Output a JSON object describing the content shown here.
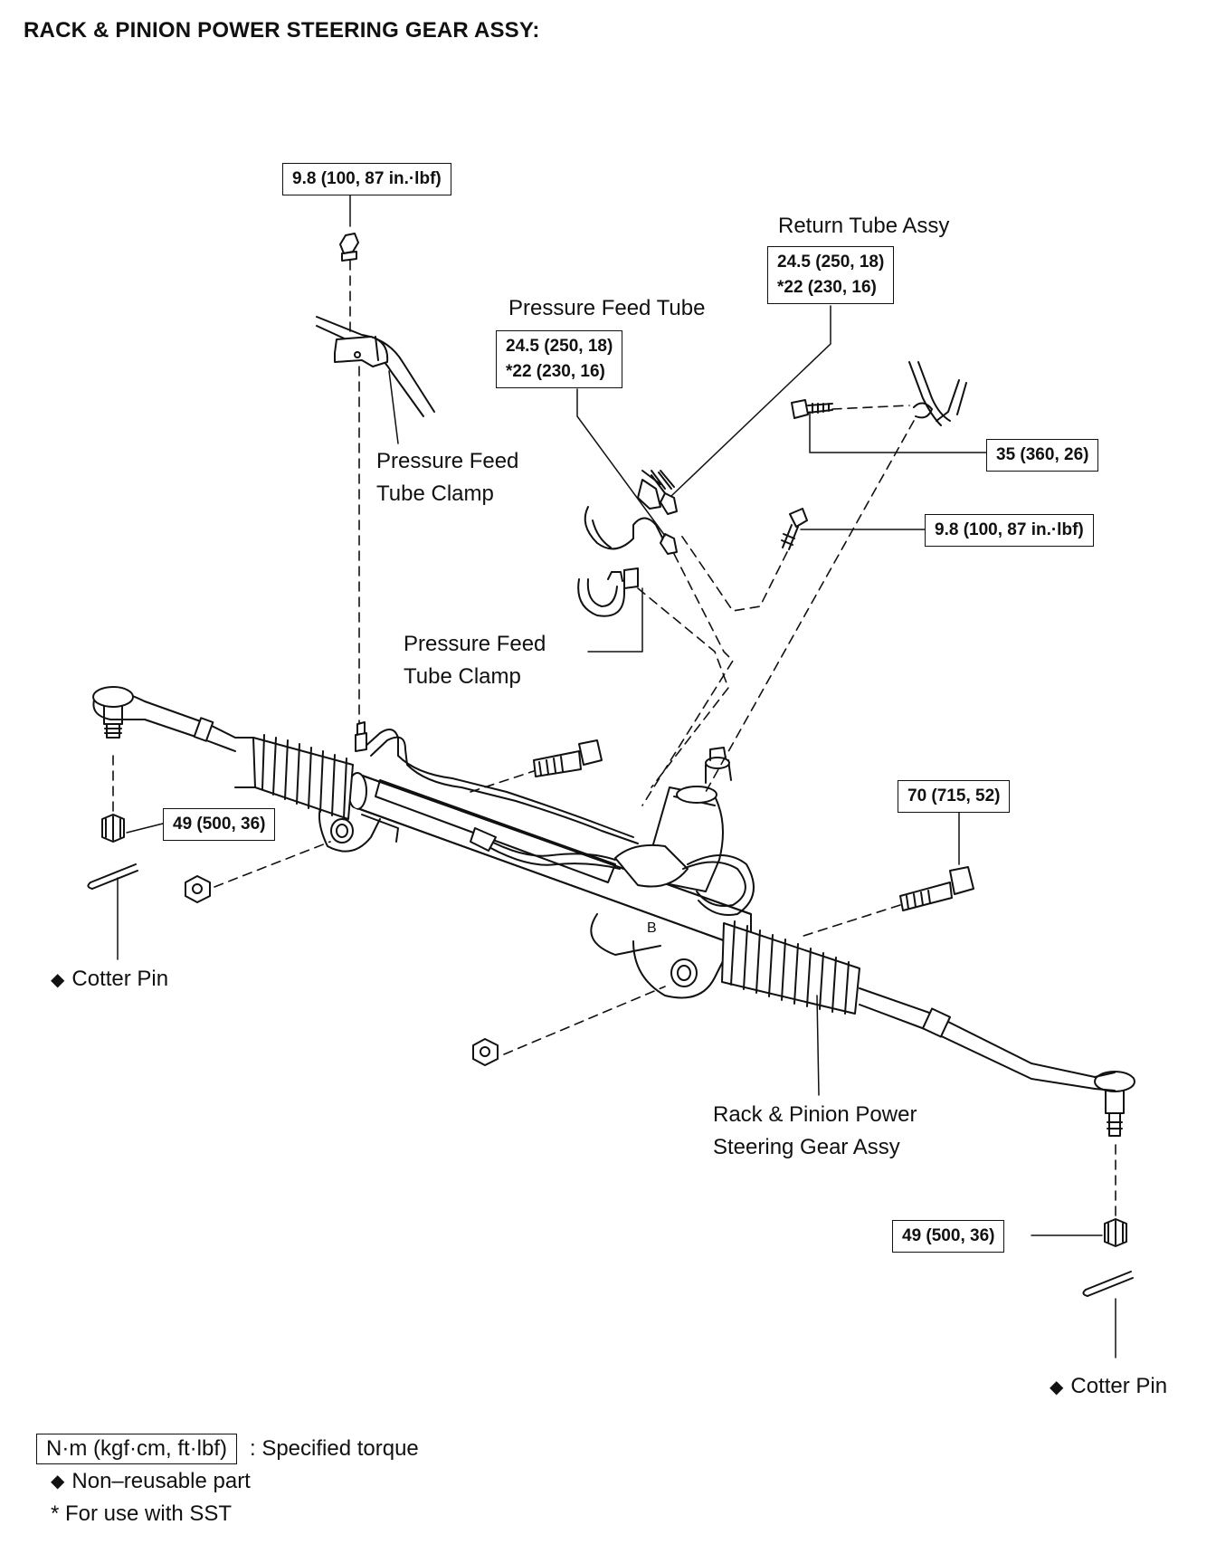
{
  "title": "RACK & PINION POWER STEERING GEAR ASSY:",
  "labels": {
    "return_tube": "Return Tube Assy",
    "pressure_feed_tube": "Pressure Feed Tube",
    "clamp_upper_1": "Pressure Feed",
    "clamp_upper_2": "Tube Clamp",
    "clamp_lower_1": "Pressure Feed",
    "clamp_lower_2": "Tube Clamp",
    "cotter_left": "Cotter Pin",
    "cotter_right": "Cotter Pin",
    "gear_assy_1": "Rack & Pinion Power",
    "gear_assy_2": "Steering Gear Assy"
  },
  "torques": {
    "clamp_nut": "9.8 (100, 87 in.·lbf)",
    "return_tube_1": "24.5 (250, 18)",
    "return_tube_2": "*22 (230, 16)",
    "pressure_tube_1": "24.5 (250, 18)",
    "pressure_tube_2": "*22 (230, 16)",
    "bracket_bolt": "35 (360, 26)",
    "clamp_bolt": "9.8 (100, 87 in.·lbf)",
    "tie_rod_left": "49 (500, 36)",
    "mount_bolt": "70 (715, 52)",
    "tie_rod_right": "49 (500, 36)"
  },
  "legend": {
    "unit": "N·m (kgf·cm, ft·lbf)",
    "unit_desc": ": Specified torque",
    "non_reusable": "Non–reusable part",
    "sst": "* For use with SST"
  },
  "symbols": {
    "non_reusable_mark": "◆"
  },
  "icons": [
    "diamond-icon"
  ],
  "colors": {
    "ink": "#111111",
    "background": "#ffffff"
  }
}
